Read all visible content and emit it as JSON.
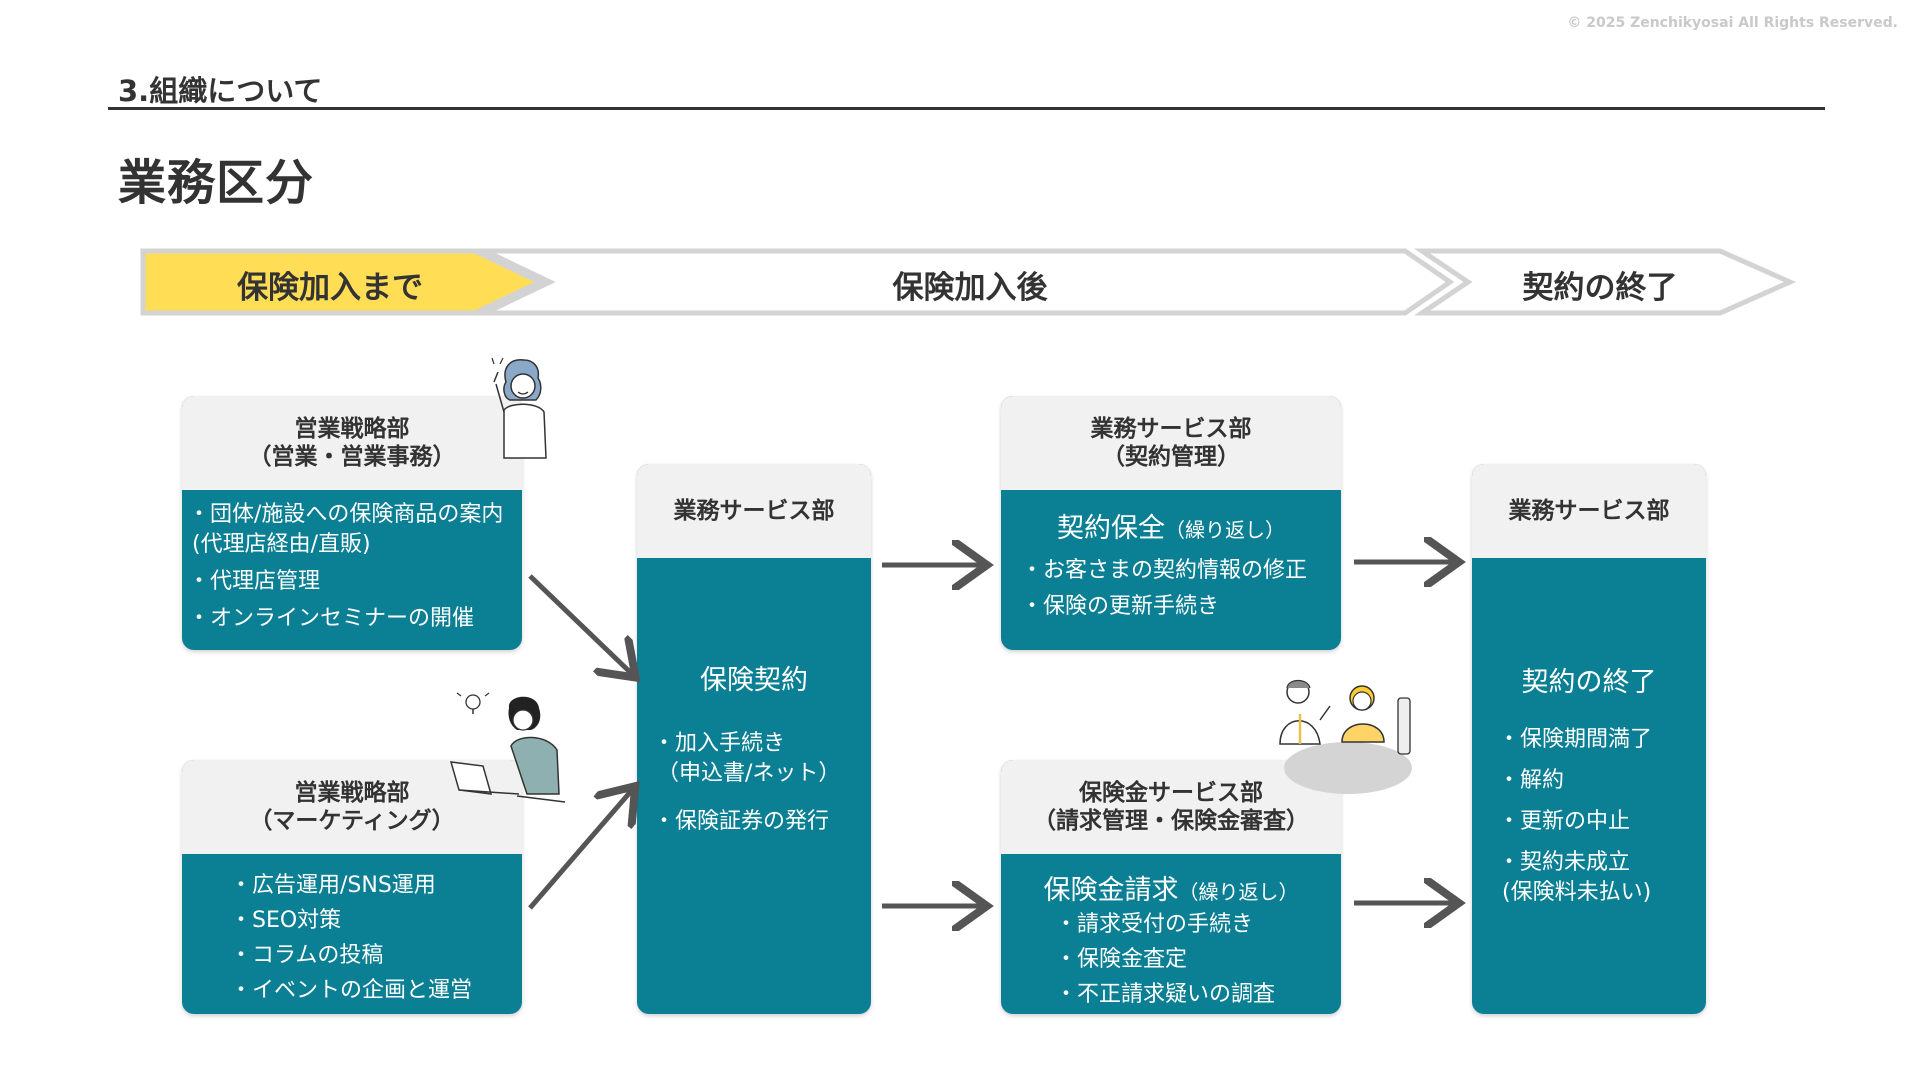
{
  "copyright": "© 2025 Zenchikyosai All Rights Reserved.",
  "section_title": "3.組織について",
  "page_title": "業務区分",
  "colors": {
    "teal": "#0b7f93",
    "header_bg": "#f1f1f1",
    "accent_yellow": "#ffdd55",
    "arrow": "#555555"
  },
  "stages": [
    {
      "label": "保険加入まで",
      "active": true
    },
    {
      "label": "保険加入後",
      "active": false
    },
    {
      "label": "契約の終了",
      "active": false
    }
  ],
  "boxes": {
    "sales_strategy_sales": {
      "title_line1": "営業戦略部",
      "title_line2": "（営業・営業事務）",
      "items": [
        "団体/施設への保険商品の案内",
        "代理店管理",
        "オンラインセミナーの開催"
      ],
      "item1_line2": "(代理店経由/直販)"
    },
    "sales_strategy_marketing": {
      "title_line1": "営業戦略部",
      "title_line2": "（マーケティング）",
      "items": [
        "広告運用/SNS運用",
        "SEO対策",
        "コラムの投稿",
        "イベントの企画と運営"
      ]
    },
    "service_contract": {
      "title": "業務サービス部",
      "heading": "保険契約",
      "items": [
        "加入手続き",
        "保険証券の発行"
      ],
      "item1_line2": "（申込書/ネット）"
    },
    "service_management": {
      "title_line1": "業務サービス部",
      "title_line2": "（契約管理）",
      "heading": "契約保全",
      "heading_sub": "（繰り返し）",
      "items": [
        "お客さまの契約情報の修正",
        "保険の更新手続き"
      ]
    },
    "claims_service": {
      "title_line1": "保険金サービス部",
      "title_line2": "（請求管理・保険金審査）",
      "heading": "保険金請求",
      "heading_sub": "（繰り返し）",
      "items": [
        "請求受付の手続き",
        "保険金査定",
        "不正請求疑いの調査"
      ]
    },
    "service_termination": {
      "title": "業務サービス部",
      "heading": "契約の終了",
      "items": [
        "保険期間満了",
        "解約",
        "更新の中止",
        "契約未成立"
      ],
      "item4_line2": "(保険料未払い)"
    }
  }
}
